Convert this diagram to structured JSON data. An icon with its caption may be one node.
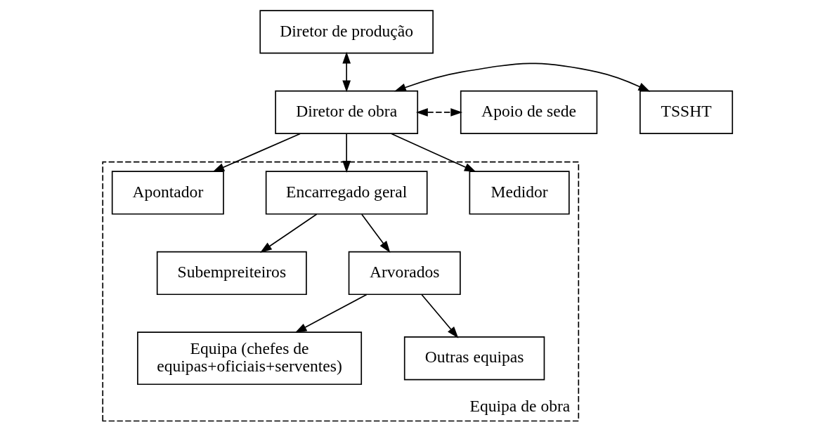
{
  "diagram": {
    "nodes": [
      {
        "text": [
          "Diretor de produção"
        ]
      },
      {
        "text": [
          "TSSHT"
        ]
      },
      {
        "text": [
          "Diretor de obra"
        ]
      },
      {
        "text": [
          "Apoio de sede"
        ]
      },
      {
        "text": [
          "Equipa de obra"
        ]
      },
      {
        "text": [
          "Medidor"
        ],
        "in": 4
      },
      {
        "text": [
          "Encarregado geral"
        ],
        "in": 4
      },
      {
        "text": [
          "Apontador"
        ],
        "in": 4
      },
      {
        "text": [
          "Subempreiteiros"
        ],
        "in": 4
      },
      {
        "text": [
          "Arvorados"
        ],
        "in": 4
      },
      {
        "text": [
          "Equipa (chefes de equipas+oficiais+serventes)"
        ],
        "in": 4
      },
      {
        "text": [
          "Outras equipas"
        ],
        "in": 4
      }
    ],
    "edges": [
      {
        "from": 0,
        "to": 2,
        "arrow": "both"
      },
      {
        "from": 1,
        "to": 2,
        "arrow": "both"
      },
      {
        "from": 2,
        "to": 3,
        "arrow": "both",
        "style": "dashed"
      },
      {
        "from": 2,
        "to": 5,
        "arrow": "to"
      },
      {
        "from": 2,
        "to": 6,
        "arrow": "to"
      },
      {
        "from": 2,
        "to": 7,
        "arrow": "to"
      },
      {
        "from": 6,
        "to": 8,
        "arrow": "to"
      },
      {
        "from": 6,
        "to": 9,
        "arrow": "to"
      },
      {
        "from": 9,
        "to": 10,
        "arrow": "to"
      },
      {
        "from": 9,
        "to": 11,
        "arrow": "to"
      }
    ]
  }
}
